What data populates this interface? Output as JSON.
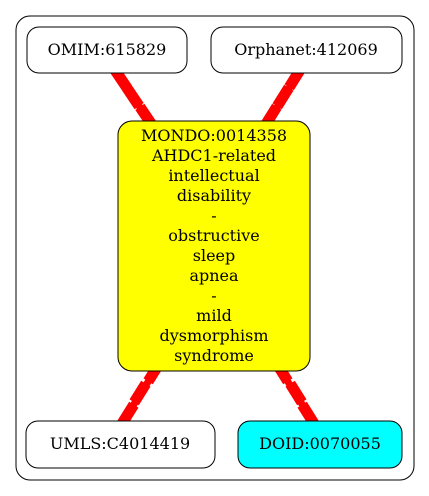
{
  "graph": {
    "colors": {
      "background": "#ffffff",
      "border": "#000000",
      "edge": "#ff0000",
      "center_fill": "#ffff00",
      "doid_fill": "#00ffff",
      "default_fill": "#ffffff"
    },
    "center": {
      "lines": [
        "MONDO:0014358",
        "AHDC1-related",
        "intellectual",
        "disability",
        "-",
        "obstructive",
        "sleep",
        "apnea",
        "-",
        "mild",
        "dysmorphism",
        "syndrome"
      ]
    },
    "nodes": {
      "omim": {
        "label": "OMIM:615829"
      },
      "orphanet": {
        "label": "Orphanet:412069"
      },
      "umls": {
        "label": "UMLS:C4014419"
      },
      "doid": {
        "label": "DOID:0070055"
      }
    },
    "edges": [
      {
        "from": "omim",
        "to": "center"
      },
      {
        "from": "orphanet",
        "to": "center"
      },
      {
        "from": "center",
        "to": "umls"
      },
      {
        "from": "center",
        "to": "doid"
      }
    ]
  }
}
